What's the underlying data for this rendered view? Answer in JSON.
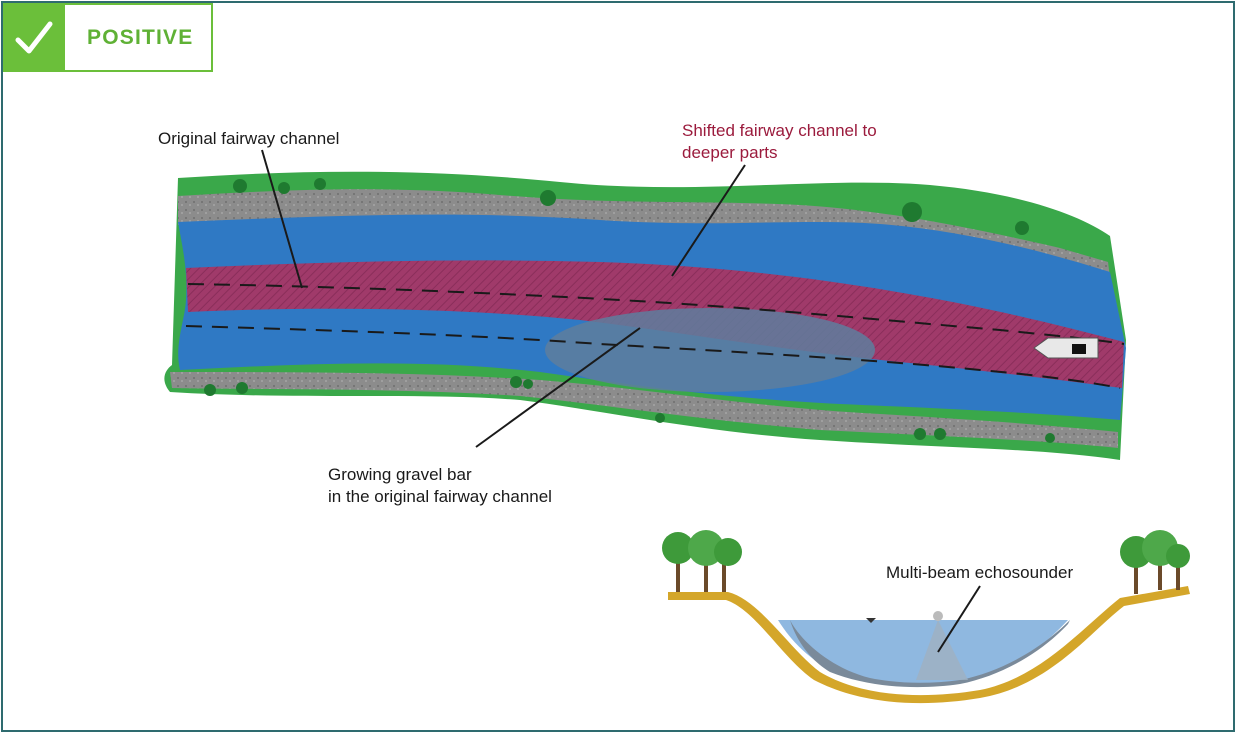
{
  "badge": {
    "label": "POSITIVE",
    "icon": "checkmark-icon",
    "color": "#6bbf3a"
  },
  "labels": {
    "original_channel": "Original fairway channel",
    "shifted_channel_line1": "Shifted fairway channel to",
    "shifted_channel_line2": "deeper parts",
    "gravel_bar_line1": "Growing gravel bar",
    "gravel_bar_line2": "in the original fairway channel",
    "echosounder": "Multi-beam echosounder"
  },
  "colors": {
    "frame": "#2e6b6f",
    "grass": "#3aa84a",
    "gravel": "#8a8a8a",
    "water": "#2f79c4",
    "fairway": "#a03a6a",
    "gravel_bar": "#5e7e9e",
    "highlight_text": "#9b1b3d",
    "riverbed": "#d4a62a"
  }
}
